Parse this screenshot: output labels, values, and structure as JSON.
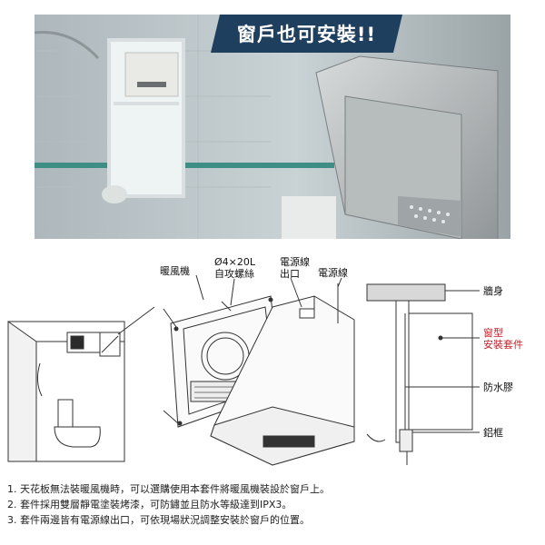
{
  "banner": {
    "text": "窗戶也可安裝!!"
  },
  "diagram_labels": {
    "heater": "暖風機",
    "screw": "Ø4×20L\n自攻螺絲",
    "cable_outlet": "電源線\n出口",
    "cable": "電源線",
    "wall": "牆身",
    "window_kit": "窗型\n安裝套件",
    "waterproof_glue": "防水膠",
    "aluminum_frame": "鋁框"
  },
  "notes": [
    "1. 天花板無法裝暖風機時，可以選購使用本套件將暖風機裝設於窗戶上。",
    "2. 套件採用雙層靜電塗裝烤漆，可防鏽並且防水等級達到IPX3。",
    "3. 套件兩邊皆有電源線出口，可依現場狀況調整安裝於窗戶的位置。"
  ],
  "colors": {
    "banner_bg": "#1f3f5f",
    "highlight": "#c4202a"
  }
}
